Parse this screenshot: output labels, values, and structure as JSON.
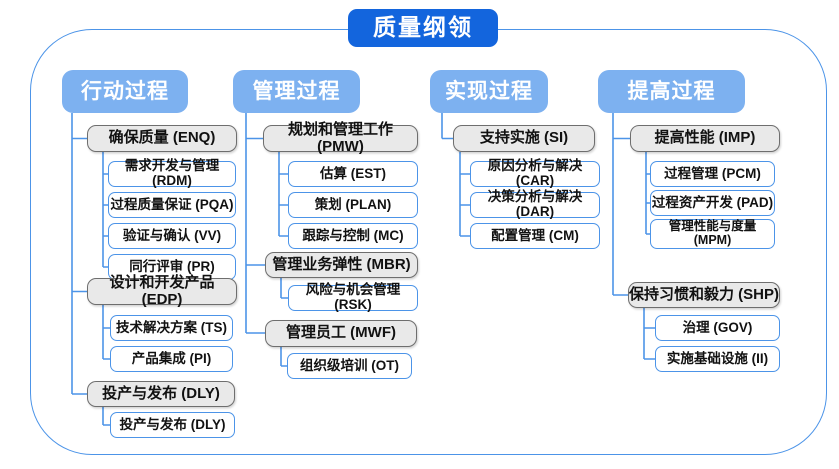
{
  "title": "质量纲领",
  "colors": {
    "title_bg": "#1365DD",
    "header_bg": "#7DB1F0",
    "gray_fill": "#E9E9E9",
    "gray_border": "#6E6E6E",
    "accent_blue": "#4C94E8",
    "text": "#111111"
  },
  "columns": [
    {
      "label": "行动过程",
      "groups": [
        {
          "label": "确保质量 (ENQ)",
          "children": [
            "需求开发与管理 (RDM)",
            "过程质量保证 (PQA)",
            "验证与确认 (VV)",
            "同行评审 (PR)"
          ]
        },
        {
          "label": "设计和开发产品 (EDP)",
          "children": [
            "技术解决方案 (TS)",
            "产品集成 (PI)"
          ]
        },
        {
          "label": "投产与发布 (DLY)",
          "children": [
            "投产与发布 (DLY)"
          ]
        }
      ]
    },
    {
      "label": "管理过程",
      "groups": [
        {
          "label": "规划和管理工作 (PMW)",
          "children": [
            "估算 (EST)",
            "策划 (PLAN)",
            "跟踪与控制 (MC)"
          ]
        },
        {
          "label": "管理业务弹性 (MBR)",
          "children": [
            "风险与机会管理 (RSK)"
          ]
        },
        {
          "label": "管理员工 (MWF)",
          "children": [
            "组织级培训 (OT)"
          ]
        }
      ]
    },
    {
      "label": "实现过程",
      "groups": [
        {
          "label": "支持实施 (SI)",
          "children": [
            "原因分析与解决 (CAR)",
            "决策分析与解决 (DAR)",
            "配置管理 (CM)"
          ]
        }
      ]
    },
    {
      "label": "提高过程",
      "groups": [
        {
          "label": "提高性能 (IMP)",
          "children": [
            "过程管理 (PCM)",
            "过程资产开发 (PAD)",
            "管理性能与度量 (MPM)"
          ]
        },
        {
          "label": "保持习惯和毅力 (SHP)",
          "children": [
            "治理 (GOV)",
            "实施基础设施 (II)"
          ]
        }
      ]
    }
  ]
}
